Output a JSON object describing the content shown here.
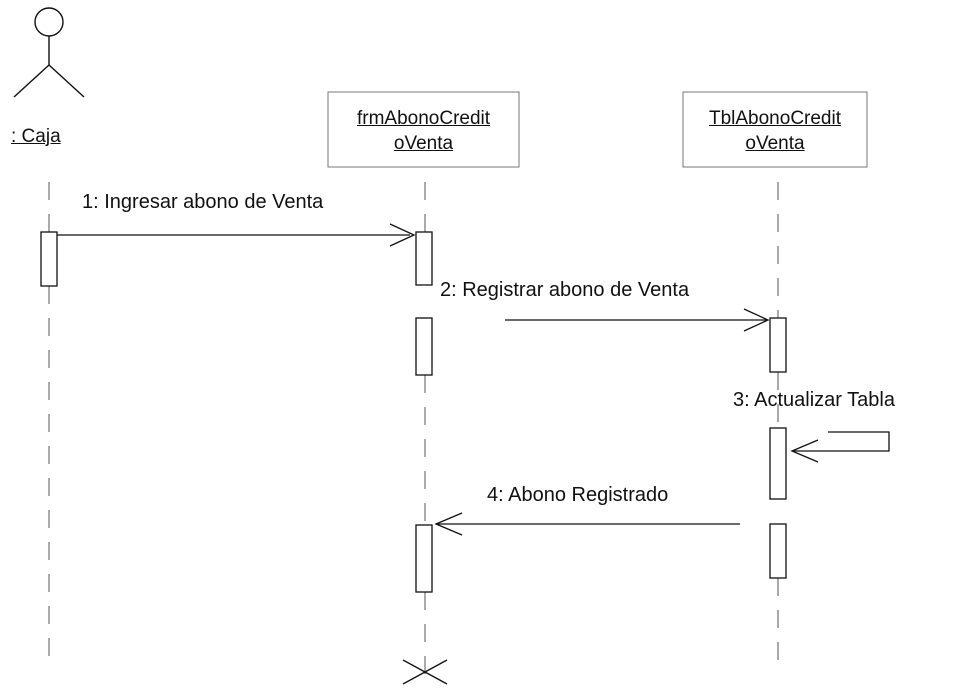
{
  "actor": {
    "label": ": Caja"
  },
  "objects": [
    {
      "line1": "frmAbonoCredit",
      "line2": "oVenta"
    },
    {
      "line1": "TblAbonoCredit",
      "line2": "oVenta"
    }
  ],
  "messages": [
    {
      "label": "1: Ingresar abono de Venta"
    },
    {
      "label": "2: Registrar abono de Venta"
    },
    {
      "label": "3: Actualizar Tabla"
    },
    {
      "label": "4: Abono Registrado"
    }
  ],
  "colors": {
    "ink": "#111111",
    "dash": "#555555",
    "background": "#ffffff"
  }
}
